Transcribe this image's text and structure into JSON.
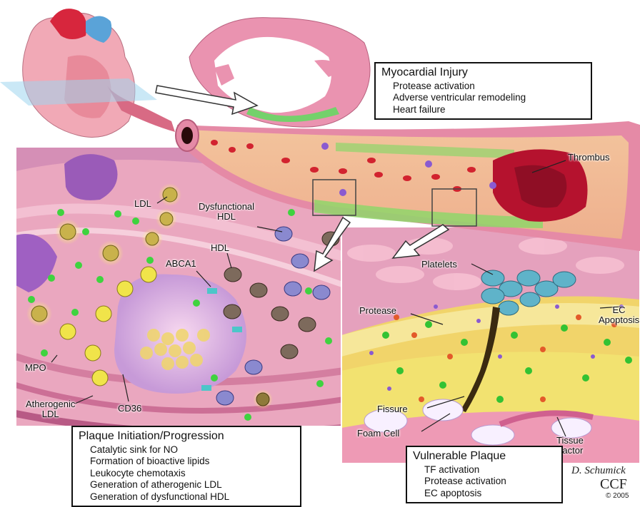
{
  "labels": {
    "thrombus": "Thrombus",
    "ldl": "LDL",
    "dysfunctional_hdl_line1": "Dysfunctional",
    "dysfunctional_hdl_line2": "HDL",
    "hdl": "HDL",
    "abca1": "ABCA1",
    "mpo": "MPO",
    "atherogenic_ldl_line1": "Atherogenic",
    "atherogenic_ldl_line2": "LDL",
    "cd36": "CD36",
    "platelets": "Platelets",
    "protease": "Protease",
    "ec_apoptosis_line1": "EC",
    "ec_apoptosis_line2": "Apoptosis",
    "fissure": "Fissure",
    "foam_cell": "Foam Cell",
    "tissue_factor_line1": "Tissue",
    "tissue_factor_line2": "Factor"
  },
  "myocardial_injury": {
    "title": "Myocardial Injury",
    "items": [
      "Protease activation",
      "Adverse ventricular remodeling",
      "Heart failure"
    ]
  },
  "plaque_initiation": {
    "title": "Plaque Initiation/Progression",
    "items": [
      "Catalytic sink for NO",
      "Formation of bioactive lipids",
      "Leukocyte chemotaxis",
      "Generation of atherogenic LDL",
      "Generation of dysfunctional HDL"
    ]
  },
  "vulnerable_plaque": {
    "title": "Vulnerable Plaque",
    "items": [
      "TF activation",
      "Protease activation",
      "EC apoptosis"
    ]
  },
  "signature": {
    "name": "D. Schumick",
    "org": "CCF",
    "year": "© 2005"
  },
  "colors": {
    "tissue_pink": "#e9a7bd",
    "vessel_wall": "#e58aa6",
    "lumen": "#f4c7a6",
    "mpo_green": "#3fd33f",
    "thrombus_red": "#b5122e",
    "plaque_yellow": "#e8e07a",
    "platelet_teal": "#5fb3c9"
  }
}
